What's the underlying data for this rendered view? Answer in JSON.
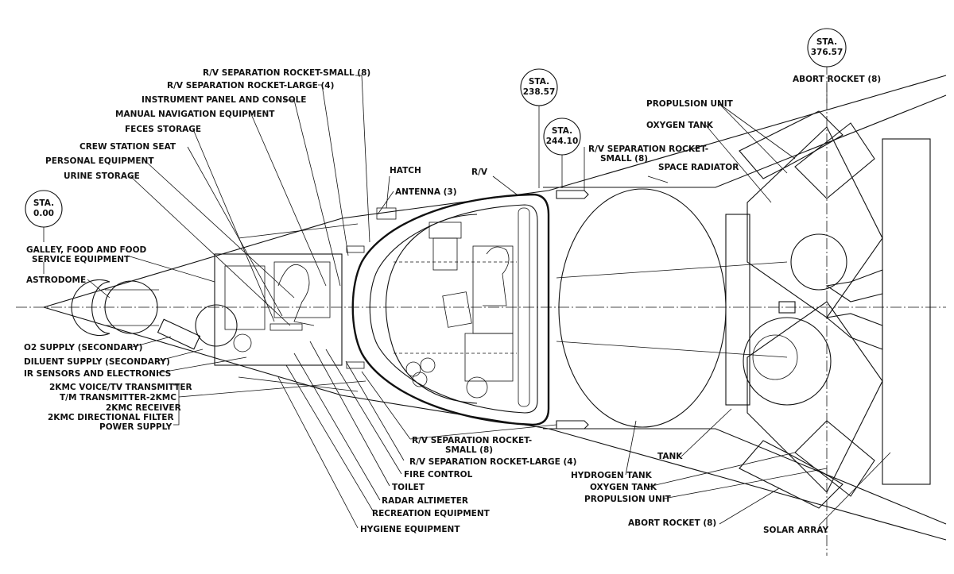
{
  "stations": [
    {
      "id": "sta-0",
      "line1": "STA.",
      "line2": "0.00"
    },
    {
      "id": "sta-238",
      "line1": "STA.",
      "line2": "238.57"
    },
    {
      "id": "sta-244",
      "line1": "STA.",
      "line2": "244.10"
    },
    {
      "id": "sta-376",
      "line1": "STA.",
      "line2": "376.57"
    }
  ],
  "labels": {
    "rv_sep_small_top": "R/V SEPARATION ROCKET-SMALL (8)",
    "rv_sep_large_top": "R/V SEPARATION ROCKET-LARGE (4)",
    "instrument_panel": "INSTRUMENT PANEL AND CONSOLE",
    "manual_nav": "MANUAL NAVIGATION EQUIPMENT",
    "feces_storage": "FECES STORAGE",
    "crew_seat": "CREW STATION SEAT",
    "personal_equipment": "PERSONAL EQUIPMENT",
    "urine_storage": "URINE STORAGE",
    "hatch": "HATCH",
    "antenna": "ANTENNA (3)",
    "rv": "R/V",
    "rv_sep_small_right_1": "R/V SEPARATION ROCKET-",
    "rv_sep_small_right_2": "SMALL (8)",
    "space_radiator": "SPACE RADIATOR",
    "propulsion_unit_top": "PROPULSION UNIT",
    "oxygen_tank_top": "OXYGEN TANK",
    "abort_rocket_top": "ABORT ROCKET (8)",
    "galley_1": "GALLEY, FOOD AND FOOD",
    "galley_2": "SERVICE EQUIPMENT",
    "astrodome": "ASTRODOME",
    "o2_supply": "O2 SUPPLY (SECONDARY)",
    "diluent_supply": "DILUENT SUPPLY (SECONDARY)",
    "ir_sensors": "IR SENSORS AND ELECTRONICS",
    "kmc_voice": "2KMC VOICE/TV TRANSMITTER",
    "tm_transmitter": "T/M TRANSMITTER-2KMC",
    "kmc_receiver": "2KMC RECEIVER",
    "kmc_filter": "2KMC DIRECTIONAL FILTER",
    "power_supply": "POWER SUPPLY",
    "rv_sep_small_bottom_1": "R/V SEPARATION ROCKET-",
    "rv_sep_small_bottom_2": "SMALL (8)",
    "rv_sep_large_bottom": "R/V SEPARATION ROCKET-LARGE (4)",
    "fire_control": "FIRE CONTROL",
    "toilet": "TOILET",
    "radar_altimeter": "RADAR ALTIMETER",
    "recreation": "RECREATION EQUIPMENT",
    "hygiene": "HYGIENE EQUIPMENT",
    "tank": "TANK",
    "hydrogen_tank": "HYDROGEN TANK",
    "oxygen_tank_bottom": "OXYGEN TANK",
    "propulsion_unit_bottom": "PROPULSION UNIT",
    "abort_rocket_bottom": "ABORT ROCKET (8)",
    "solar_array": "SOLAR ARRAY"
  }
}
